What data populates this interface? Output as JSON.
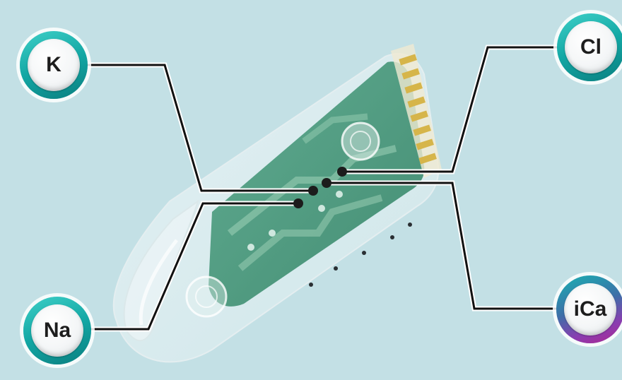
{
  "labels": {
    "k": "K",
    "cl": "Cl",
    "na": "Na",
    "ica": "iCa"
  },
  "colors": {
    "background": "#c3e0e5",
    "leader_line": "#111111",
    "ring_teal": "#13a7a4",
    "ring_purple": "#8a3db0",
    "pcb_green": "#2f8a66",
    "contact_gold": "#d6b54a"
  }
}
